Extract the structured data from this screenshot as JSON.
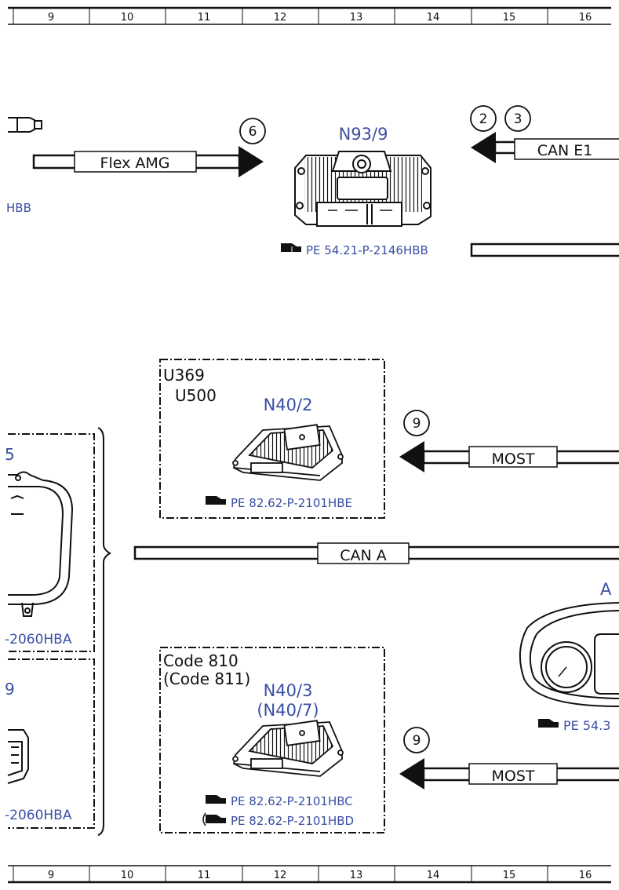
{
  "grid": {
    "columns": [
      "9",
      "10",
      "11",
      "12",
      "13",
      "14",
      "15",
      "16"
    ]
  },
  "markers": {
    "flex_marker": "6",
    "can_e1_marker_a": "2",
    "can_e1_marker_b": "3",
    "most_top_marker": "9",
    "most_bottom_marker": "9"
  },
  "bus_labels": {
    "flex_amg": "Flex AMG",
    "can_e1": "CAN E1",
    "most_top": "MOST",
    "can_a": "CAN A",
    "most_bottom": "MOST"
  },
  "components": {
    "n93_9": {
      "name": "N93/9",
      "ref": "PE 54.21-P-2146HBB"
    },
    "n40_2": {
      "code_line1": "U369",
      "code_line2": "U500",
      "name": "N40/2",
      "ref": "PE 82.62-P-2101HBE"
    },
    "n40_3": {
      "code_line1": "Code 810",
      "code_line2": "(Code 811)",
      "name": "N40/3",
      "name_alt": "(N40/7)",
      "ref1": "PE 82.62-P-2101HBC",
      "ref2": "PE 82.62-P-2101HBD"
    }
  },
  "partial_labels": {
    "left_top": "HBB",
    "left_mid_name": "5",
    "left_mid_ref": "-2060HBA",
    "left_bottom_name": "9",
    "left_bottom_ref": "-2060HBA",
    "right_name": "A",
    "right_ref": "PE 54.3"
  },
  "colors": {
    "component_label": "#3b4fa3",
    "line": "#111111"
  }
}
